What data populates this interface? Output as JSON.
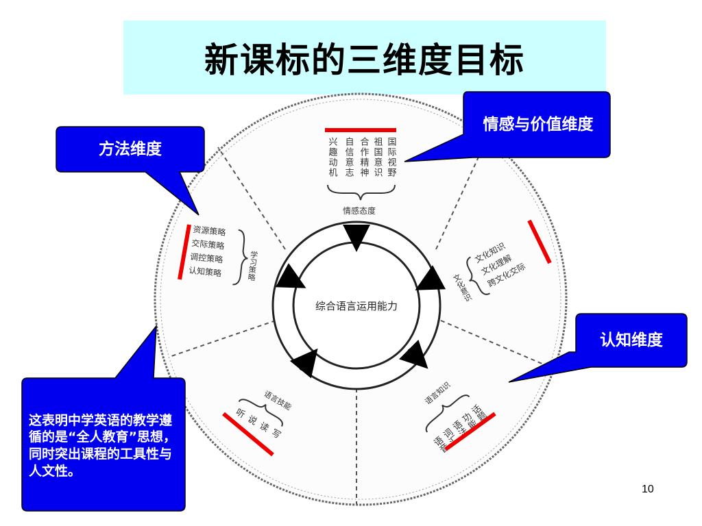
{
  "title": "新课标的三维度目标",
  "callouts": {
    "method": "方法维度",
    "emotion": "情感与价值维度",
    "cognition": "认知维度",
    "note": "这表明中学英语的教学遵循的是“全人教育”思想，同时突出课程的工具性与人文性。"
  },
  "diagram": {
    "center": "综合语言运用能力",
    "segments": {
      "attitude": {
        "label": "情感态度",
        "items": [
          "兴趣动机",
          "自信意志",
          "合作精神",
          "祖国意识",
          "国际视野"
        ]
      },
      "strategy": {
        "label": "学习策略",
        "items": [
          "资源策略",
          "交际策略",
          "调控策略",
          "认知策略"
        ]
      },
      "culture": {
        "label": "文化意识",
        "items": [
          "文化知识",
          "文化理解",
          "跨文化交际"
        ]
      },
      "knowledge": {
        "label": "语言知识",
        "items": [
          "语音",
          "词汇",
          "语法",
          "功能",
          "话题"
        ]
      },
      "skill": {
        "label": "语言技能",
        "items": [
          "听",
          "说",
          "读",
          "写"
        ]
      }
    }
  },
  "page_number": "10",
  "colors": {
    "callout_fill": "#0000ee",
    "title_bg": "#ccffff",
    "highlight": "#ee0000"
  }
}
